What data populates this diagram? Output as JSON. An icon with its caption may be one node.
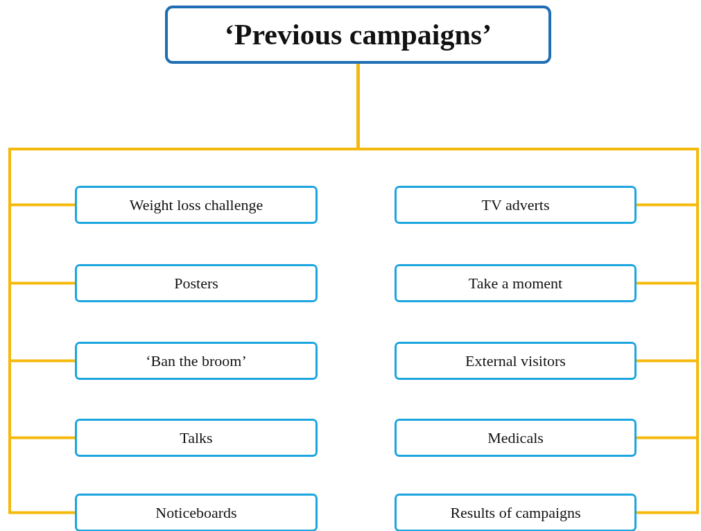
{
  "diagram": {
    "nodes": [
      {
        "text": [
          "‘Previous campaigns’"
        ]
      },
      {
        "text": [
          "Weight loss challenge"
        ]
      },
      {
        "text": [
          "TV adverts"
        ]
      },
      {
        "text": [
          "Posters"
        ]
      },
      {
        "text": [
          "Take a moment"
        ]
      },
      {
        "text": [
          "‘Ban the broom’"
        ]
      },
      {
        "text": [
          "External visitors"
        ]
      },
      {
        "text": [
          "Talks"
        ]
      },
      {
        "text": [
          "Medicals"
        ]
      },
      {
        "text": [
          "Noticeboards"
        ]
      },
      {
        "text": [
          "Results of campaigns"
        ]
      }
    ],
    "edges": [
      {
        "from": 0,
        "to": 1,
        "arrow": "none"
      },
      {
        "from": 0,
        "to": 2,
        "arrow": "none"
      },
      {
        "from": 0,
        "to": 3,
        "arrow": "none"
      },
      {
        "from": 0,
        "to": 4,
        "arrow": "none"
      },
      {
        "from": 0,
        "to": 5,
        "arrow": "none"
      },
      {
        "from": 0,
        "to": 6,
        "arrow": "none"
      },
      {
        "from": 0,
        "to": 7,
        "arrow": "none"
      },
      {
        "from": 0,
        "to": 8,
        "arrow": "none"
      },
      {
        "from": 0,
        "to": 9,
        "arrow": "none"
      },
      {
        "from": 0,
        "to": 10,
        "arrow": "none"
      }
    ]
  }
}
